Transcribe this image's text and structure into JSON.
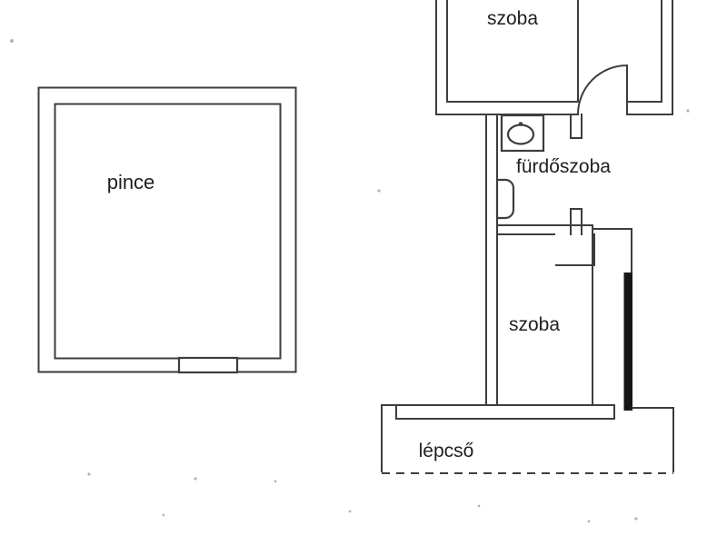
{
  "plan": {
    "title": "floor-plan",
    "labels": {
      "pince": "pince",
      "szoba_top": "szoba",
      "furdoszoba": "fürdőszoba",
      "szoba_bottom": "szoba",
      "lepcso": "lépcső"
    },
    "colors": {
      "line": "#3d3d3d",
      "wall_fill": "#161616",
      "text": "#1f1f1f",
      "background": "#ffffff"
    }
  }
}
